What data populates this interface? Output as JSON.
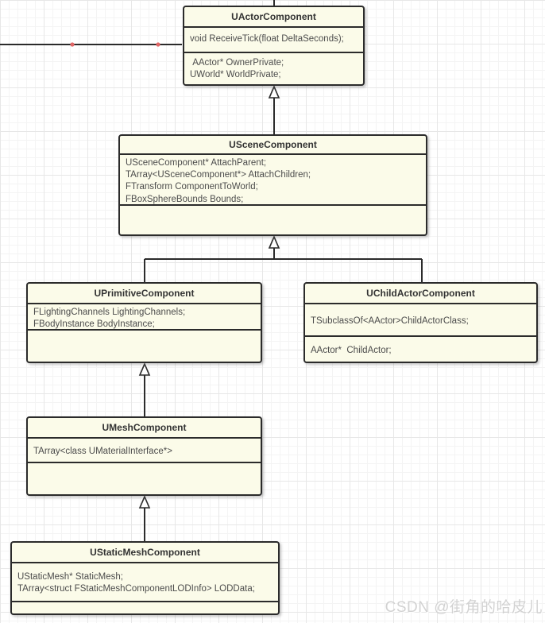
{
  "diagram": {
    "watermark": "CSDN @街角的哈皮儿",
    "colors": {
      "box_fill": "#FBFBE9",
      "box_border": "#2B2B2B",
      "connector": "#2B2B2B",
      "arrow_fill": "#FFFFFF",
      "red_dot": "#E06666",
      "watermark_text": "#D2D2D2",
      "grid_minor": "#F4F4F4",
      "grid_major": "#E7E7E7"
    },
    "classes": [
      {
        "name": "UActorComponent",
        "sections": [
          [
            "void ReceiveTick(float DeltaSeconds);"
          ],
          [
            " AActor* OwnerPrivate;",
            "UWorld* WorldPrivate;"
          ]
        ]
      },
      {
        "name": "USceneComponent",
        "sections": [
          [
            "USceneComponent* AttachParent;",
            "TArray<USceneComponent*> AttachChildren;",
            "FTransform ComponentToWorld;",
            "FBoxSphereBounds Bounds;"
          ],
          []
        ]
      },
      {
        "name": "UPrimitiveComponent",
        "sections": [
          [
            "FLightingChannels LightingChannels;",
            "FBodyInstance BodyInstance;"
          ],
          []
        ]
      },
      {
        "name": "UChildActorComponent",
        "sections": [
          [
            "TSubclassOf<AActor>ChildActorClass;"
          ],
          [
            "AActor*  ChildActor;"
          ]
        ]
      },
      {
        "name": "UMeshComponent",
        "sections": [
          [
            "TArray<class UMaterialInterface*>"
          ],
          []
        ]
      },
      {
        "name": "UStaticMeshComponent",
        "sections": [
          [
            "UStaticMesh* StaticMesh;",
            "TArray<struct FStaticMeshComponentLODInfo> LODData;"
          ],
          []
        ]
      }
    ],
    "relations": [
      {
        "from": "USceneComponent",
        "to": "UActorComponent",
        "type": "inheritance"
      },
      {
        "from": "UPrimitiveComponent",
        "to": "USceneComponent",
        "type": "inheritance"
      },
      {
        "from": "UChildActorComponent",
        "to": "USceneComponent",
        "type": "inheritance"
      },
      {
        "from": "UMeshComponent",
        "to": "UPrimitiveComponent",
        "type": "inheritance"
      },
      {
        "from": "UStaticMeshComponent",
        "to": "UMeshComponent",
        "type": "inheritance"
      }
    ]
  }
}
